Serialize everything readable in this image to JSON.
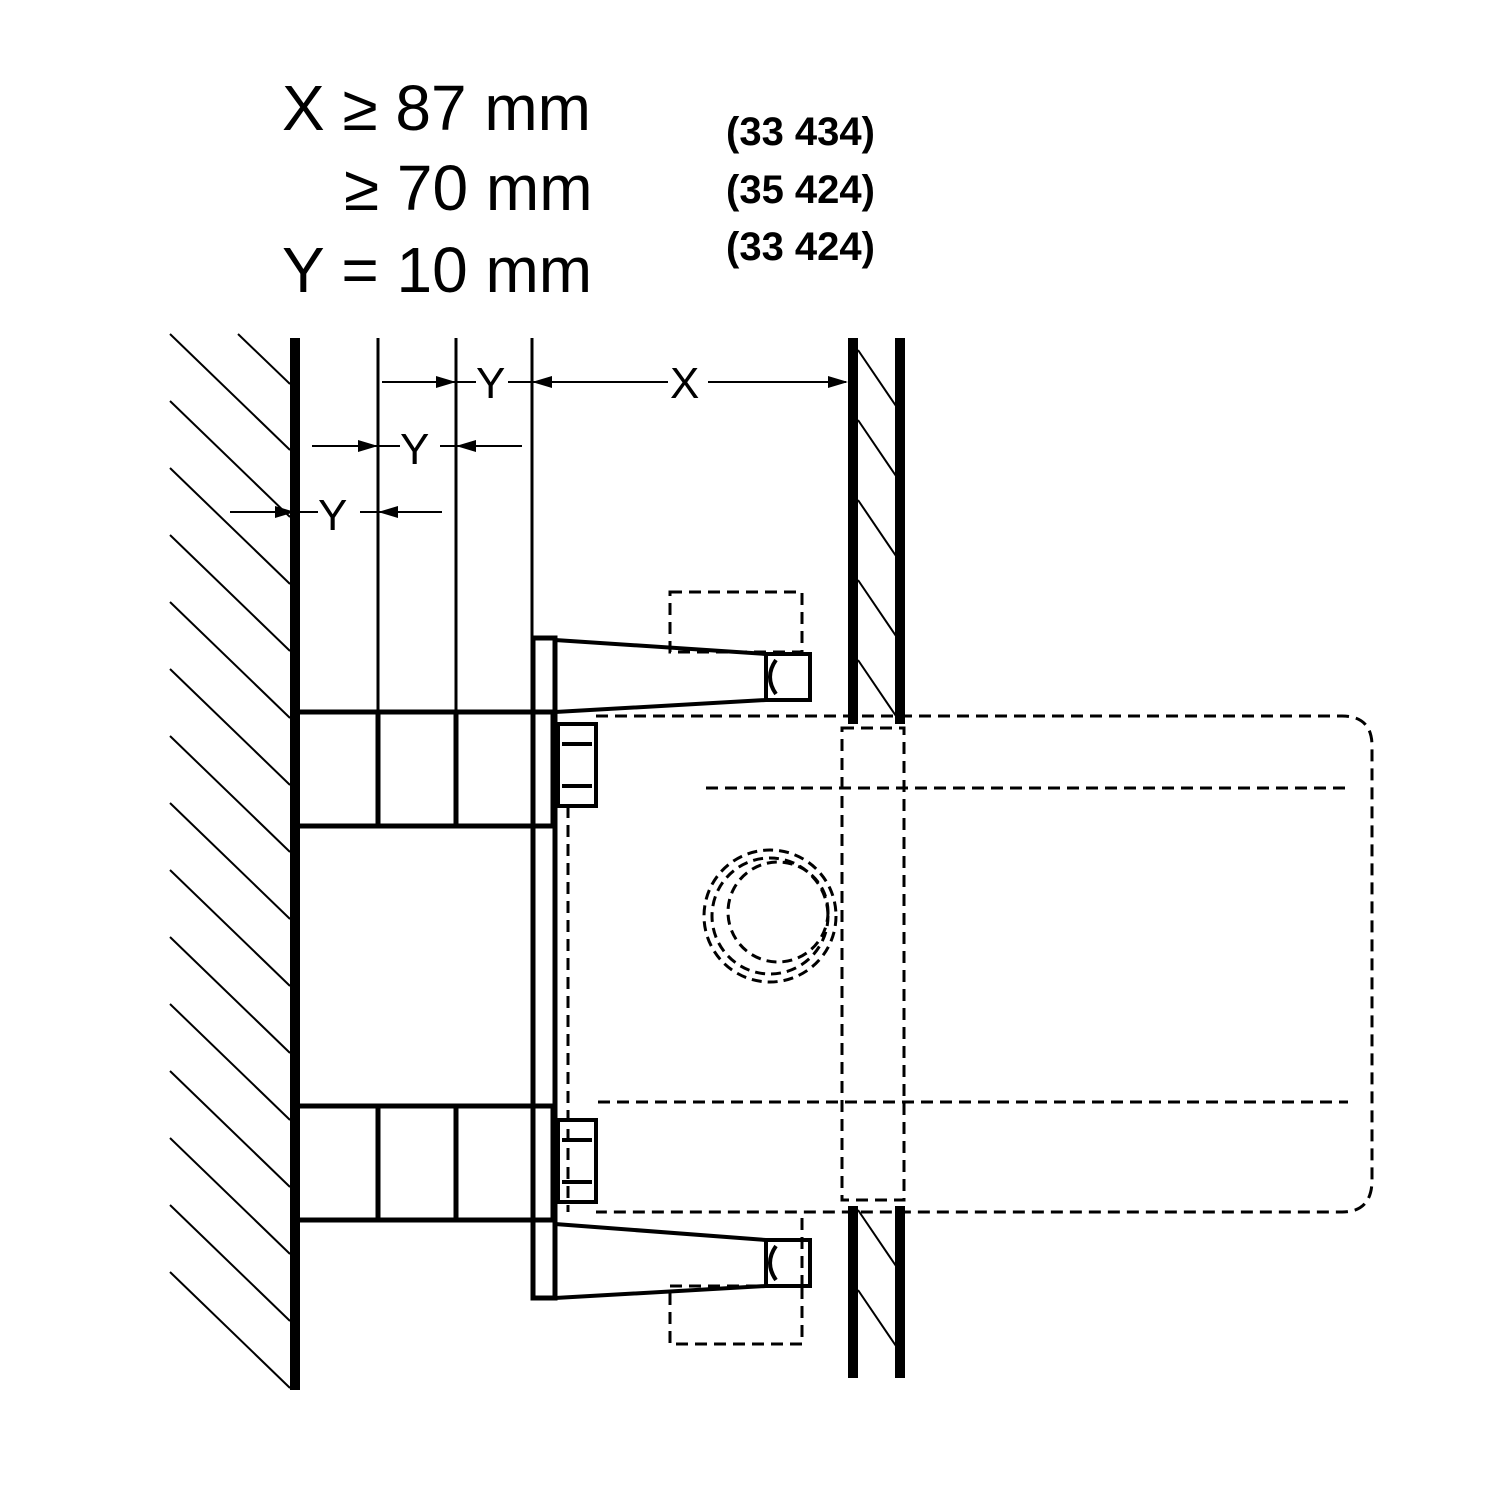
{
  "specs": {
    "line1": "X ≥ 87 mm",
    "line2": "≥ 70 mm",
    "line3": "Y = 10 mm"
  },
  "models": {
    "m1": "(33 434)",
    "m2": "(35 424)",
    "m3": "(33 424)"
  },
  "dims": {
    "x": "X",
    "y": "Y"
  },
  "colors": {
    "ink": "#000000",
    "paper": "#ffffff"
  }
}
